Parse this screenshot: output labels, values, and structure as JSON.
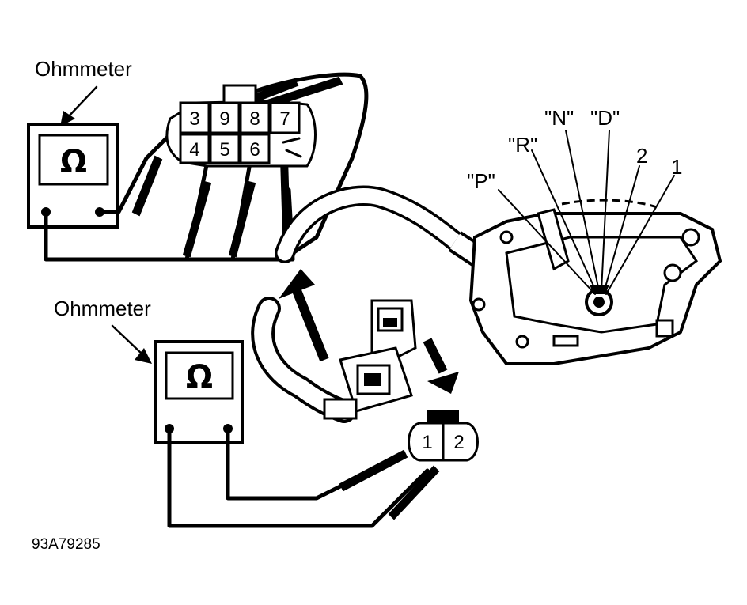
{
  "ohmmeter_top": {
    "label": "Ohmmeter",
    "symbol": "Ω"
  },
  "ohmmeter_bottom": {
    "label": "Ohmmeter",
    "symbol": "Ω"
  },
  "connector_main": {
    "top_row": [
      "3",
      "9",
      "8",
      "7"
    ],
    "bottom_row": [
      "4",
      "5",
      "6"
    ]
  },
  "connector_small": {
    "pins": [
      "1",
      "2"
    ]
  },
  "switch_positions": [
    "\"P\"",
    "\"R\"",
    "\"N\"",
    "\"D\"",
    "2",
    "1"
  ],
  "figure_code": "93A79285"
}
